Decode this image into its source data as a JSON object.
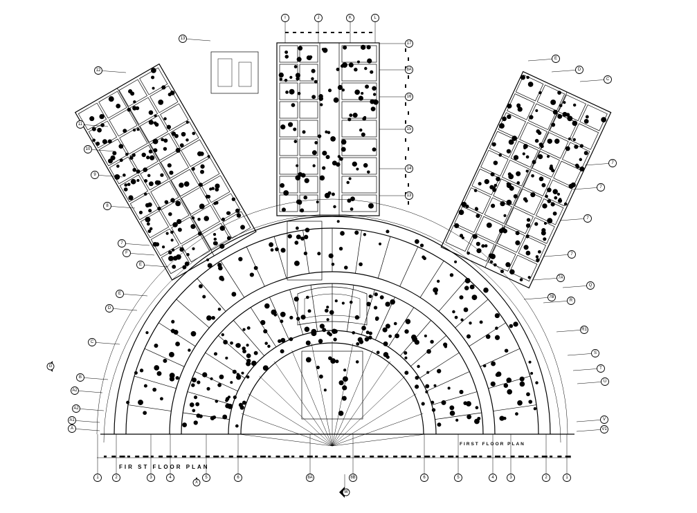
{
  "titles": {
    "main": "FIR ST   FLOOR   PLAN",
    "secondary": "FIRST   FLOOR   PLAN"
  },
  "bottom_grid": [
    "1",
    "2",
    "3",
    "4",
    "5",
    "6",
    "8A",
    "8B",
    "6",
    "5",
    "4",
    "3",
    "2",
    "1"
  ],
  "left_grid": [
    "A",
    "A1",
    "A2",
    "A2",
    "B",
    "C",
    "D",
    "E",
    "E",
    "F",
    "7",
    "8",
    "9",
    "10",
    "11",
    "12",
    "13"
  ],
  "right_grid": [
    "V1",
    "V",
    "U",
    "T",
    "S",
    "R1",
    "R",
    "Q",
    "7B",
    "7A",
    "7",
    "7",
    "7",
    "7",
    "C",
    "D",
    "E"
  ],
  "north_tower_top": [
    "I",
    "J",
    "K",
    "L"
  ],
  "north_tower_right": [
    "17",
    "8A",
    "16",
    "15",
    "14",
    "13"
  ],
  "section_marks": [
    "X",
    "W",
    "G"
  ],
  "colors": {
    "line": "#000000",
    "background": "#ffffff"
  }
}
